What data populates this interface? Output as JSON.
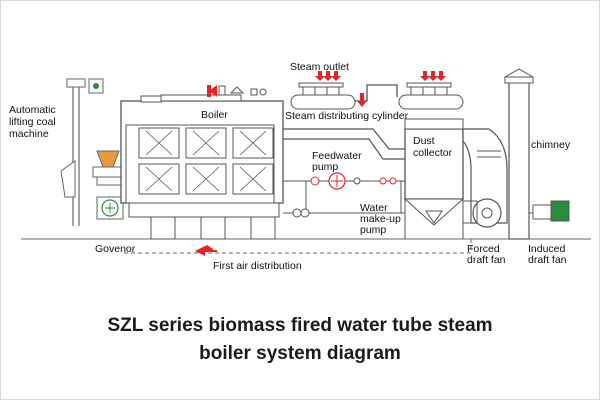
{
  "labels": {
    "steam_outlet": "Steam outlet",
    "boiler": "Boiler",
    "steam_distributing_cylinder": "Steam distributing cylinder",
    "automatic_lifting_coal_machine": [
      "Automatic",
      "lifting coal",
      "machine"
    ],
    "feedwater_pump": [
      "Feedwater",
      "pump"
    ],
    "dust_collector": [
      "Dust",
      "collector"
    ],
    "chimney": "chimney",
    "water_makeup_pump": [
      "Water",
      "make-up",
      "pump"
    ],
    "governor": "Govenor",
    "first_air_distribution": "First air distribution",
    "forced_draft_fan": [
      "Forced",
      "draft fan"
    ],
    "induced_draft_fan": [
      "Induced",
      "draft fan"
    ]
  },
  "caption": {
    "line1": "SZL series biomass fired water tube steam",
    "line2": "boiler system diagram"
  },
  "colors": {
    "line": "#555555",
    "accent_red": "#e0262b",
    "orange": "#e89a3c",
    "green": "#2a8a3e"
  }
}
